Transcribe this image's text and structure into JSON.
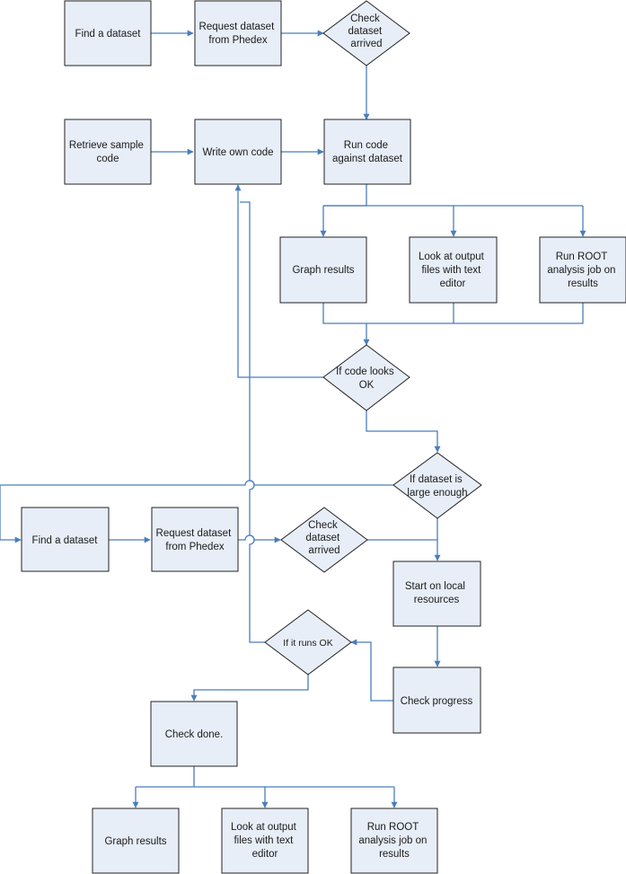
{
  "colors": {
    "node_fill": "#e8eef8",
    "node_stroke": "#222222",
    "connector": "#4a7ebb",
    "text": "#1a1a1a"
  },
  "nodes": {
    "find_dataset_1": [
      "Find a dataset"
    ],
    "request_phedex_1": [
      "Request dataset",
      "from Phedex"
    ],
    "check_arrived_1": [
      "Check",
      "dataset",
      "arrived"
    ],
    "retrieve_sample": [
      "Retrieve sample",
      "code"
    ],
    "write_code": [
      "Write own code"
    ],
    "run_code": [
      "Run code",
      "against dataset"
    ],
    "graph_results_1": [
      "Graph results"
    ],
    "look_output_1": [
      "Look at output",
      "files with text",
      "editor"
    ],
    "run_root_1": [
      "Run ROOT",
      "analysis job on",
      "results"
    ],
    "code_ok": [
      "If code looks",
      "OK"
    ],
    "dataset_large": [
      "If dataset is",
      "large enough"
    ],
    "find_dataset_2": [
      "Find a dataset"
    ],
    "request_phedex_2": [
      "Request dataset",
      "from Phedex"
    ],
    "check_arrived_2": [
      "Check",
      "dataset",
      "arrived"
    ],
    "start_local": [
      "Start on local",
      "resources"
    ],
    "runs_ok": [
      "If it runs OK"
    ],
    "check_progress": [
      "Check progress"
    ],
    "check_done": [
      "Check done."
    ],
    "graph_results_2": [
      "Graph results"
    ],
    "look_output_2": [
      "Look at output",
      "files with text",
      "editor"
    ],
    "run_root_2": [
      "Run ROOT",
      "analysis job on",
      "results"
    ]
  }
}
